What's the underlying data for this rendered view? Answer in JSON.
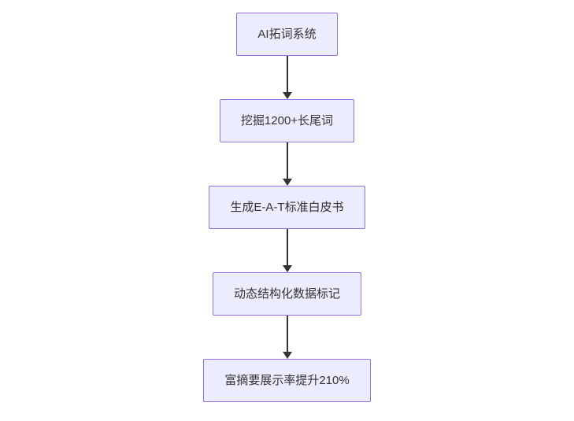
{
  "flowchart": {
    "nodes": [
      {
        "label": "AI拓词系统"
      },
      {
        "label": "挖掘1200+长尾词"
      },
      {
        "label": "生成E-A-T标准白皮书"
      },
      {
        "label": "动态结构化数据标记"
      },
      {
        "label": "富摘要展示率提升210%"
      }
    ],
    "colors": {
      "node_fill": "#ECECFF",
      "node_border": "#9370DB",
      "text": "#333333",
      "arrow": "#333333",
      "background": "#FFFFFF"
    }
  }
}
